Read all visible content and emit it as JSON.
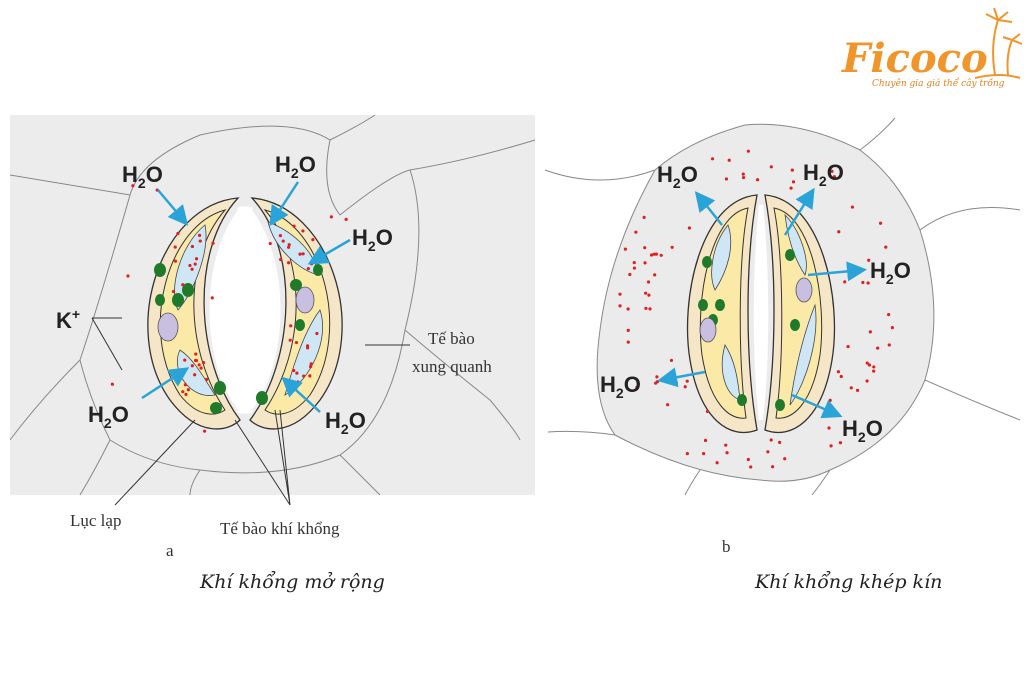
{
  "logo": {
    "brand": "Ficoco",
    "tagline": "Chuyên gia giá thể cây trồng",
    "color": "#f0952a"
  },
  "water": {
    "h": "H",
    "sub": "2",
    "o": "O"
  },
  "potassium": {
    "k": "K",
    "sup": "+"
  },
  "panel_a": {
    "letter": "a",
    "label_surrounding_1": "Tế bào",
    "label_surrounding_2": "xung quanh",
    "label_chloroplast": "Lục lạp",
    "label_guard_cells": "Tế bào khí khổng",
    "caption": "Khí khổng mở rộng"
  },
  "panel_b": {
    "letter": "b",
    "caption": "Khí khổng khép kín"
  },
  "colors": {
    "water_arrow": "#2aa3d8",
    "ion_dot": "#e02020",
    "chloroplast": "#1f7a2a"
  }
}
